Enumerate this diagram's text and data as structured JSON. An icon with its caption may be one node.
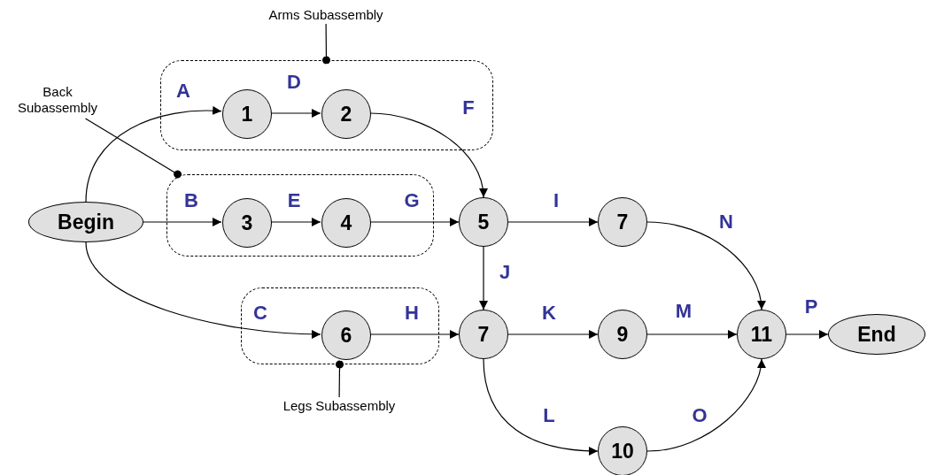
{
  "diagram": {
    "nodes": [
      {
        "text": [
          "Arms Subassembly"
        ]
      },
      {
        "text": [
          "Back Subassembly"
        ]
      },
      {
        "text": [],
        "shape": "box"
      },
      {
        "text": [
          "1"
        ],
        "in": 2
      },
      {
        "text": [
          "2"
        ],
        "in": 2
      },
      {
        "text": [
          "Begin"
        ]
      },
      {
        "text": [],
        "shape": "box"
      },
      {
        "text": [
          "3"
        ],
        "in": 6
      },
      {
        "text": [
          "4"
        ],
        "in": 6
      },
      {
        "text": [
          "5"
        ]
      },
      {
        "text": [
          "7"
        ]
      },
      {
        "text": [],
        "shape": "box"
      },
      {
        "text": [
          "6"
        ],
        "in": 11
      },
      {
        "text": [
          "7"
        ]
      },
      {
        "text": [
          "9"
        ]
      },
      {
        "text": [
          "11"
        ]
      },
      {
        "text": [
          "End"
        ]
      },
      {
        "text": [
          "10"
        ]
      },
      {
        "text": [
          "Legs Subassembly"
        ]
      }
    ],
    "edges": [
      {
        "from": 0,
        "to": 2,
        "arrow": "other"
      },
      {
        "from": 1,
        "to": 6,
        "arrow": "other"
      },
      {
        "from": 18,
        "to": 11,
        "arrow": "other"
      },
      {
        "from": 5,
        "to": 3,
        "arrow": "to",
        "label": "A"
      },
      {
        "from": 3,
        "to": 4,
        "arrow": "to",
        "label": "D"
      },
      {
        "from": 4,
        "to": 9,
        "arrow": "to",
        "label": "F"
      },
      {
        "from": 5,
        "to": 7,
        "arrow": "to",
        "label": "B"
      },
      {
        "from": 7,
        "to": 8,
        "arrow": "to",
        "label": "E"
      },
      {
        "from": 8,
        "to": 9,
        "arrow": "to",
        "label": "G"
      },
      {
        "from": 9,
        "to": 10,
        "arrow": "to",
        "label": "I"
      },
      {
        "from": 9,
        "to": 13,
        "arrow": "to",
        "label": "J"
      },
      {
        "from": 5,
        "to": 12,
        "arrow": "to",
        "label": "C"
      },
      {
        "from": 12,
        "to": 13,
        "arrow": "to",
        "label": "H"
      },
      {
        "from": 13,
        "to": 14,
        "arrow": "to",
        "label": "K"
      },
      {
        "from": 13,
        "to": 17,
        "arrow": "to",
        "label": "L"
      },
      {
        "from": 10,
        "to": 15,
        "arrow": "to",
        "label": "N"
      },
      {
        "from": 14,
        "to": 15,
        "arrow": "to",
        "label": "M"
      },
      {
        "from": 17,
        "to": 15,
        "arrow": "to",
        "label": "O"
      },
      {
        "from": 15,
        "to": 16,
        "arrow": "to",
        "label": "P"
      }
    ]
  }
}
